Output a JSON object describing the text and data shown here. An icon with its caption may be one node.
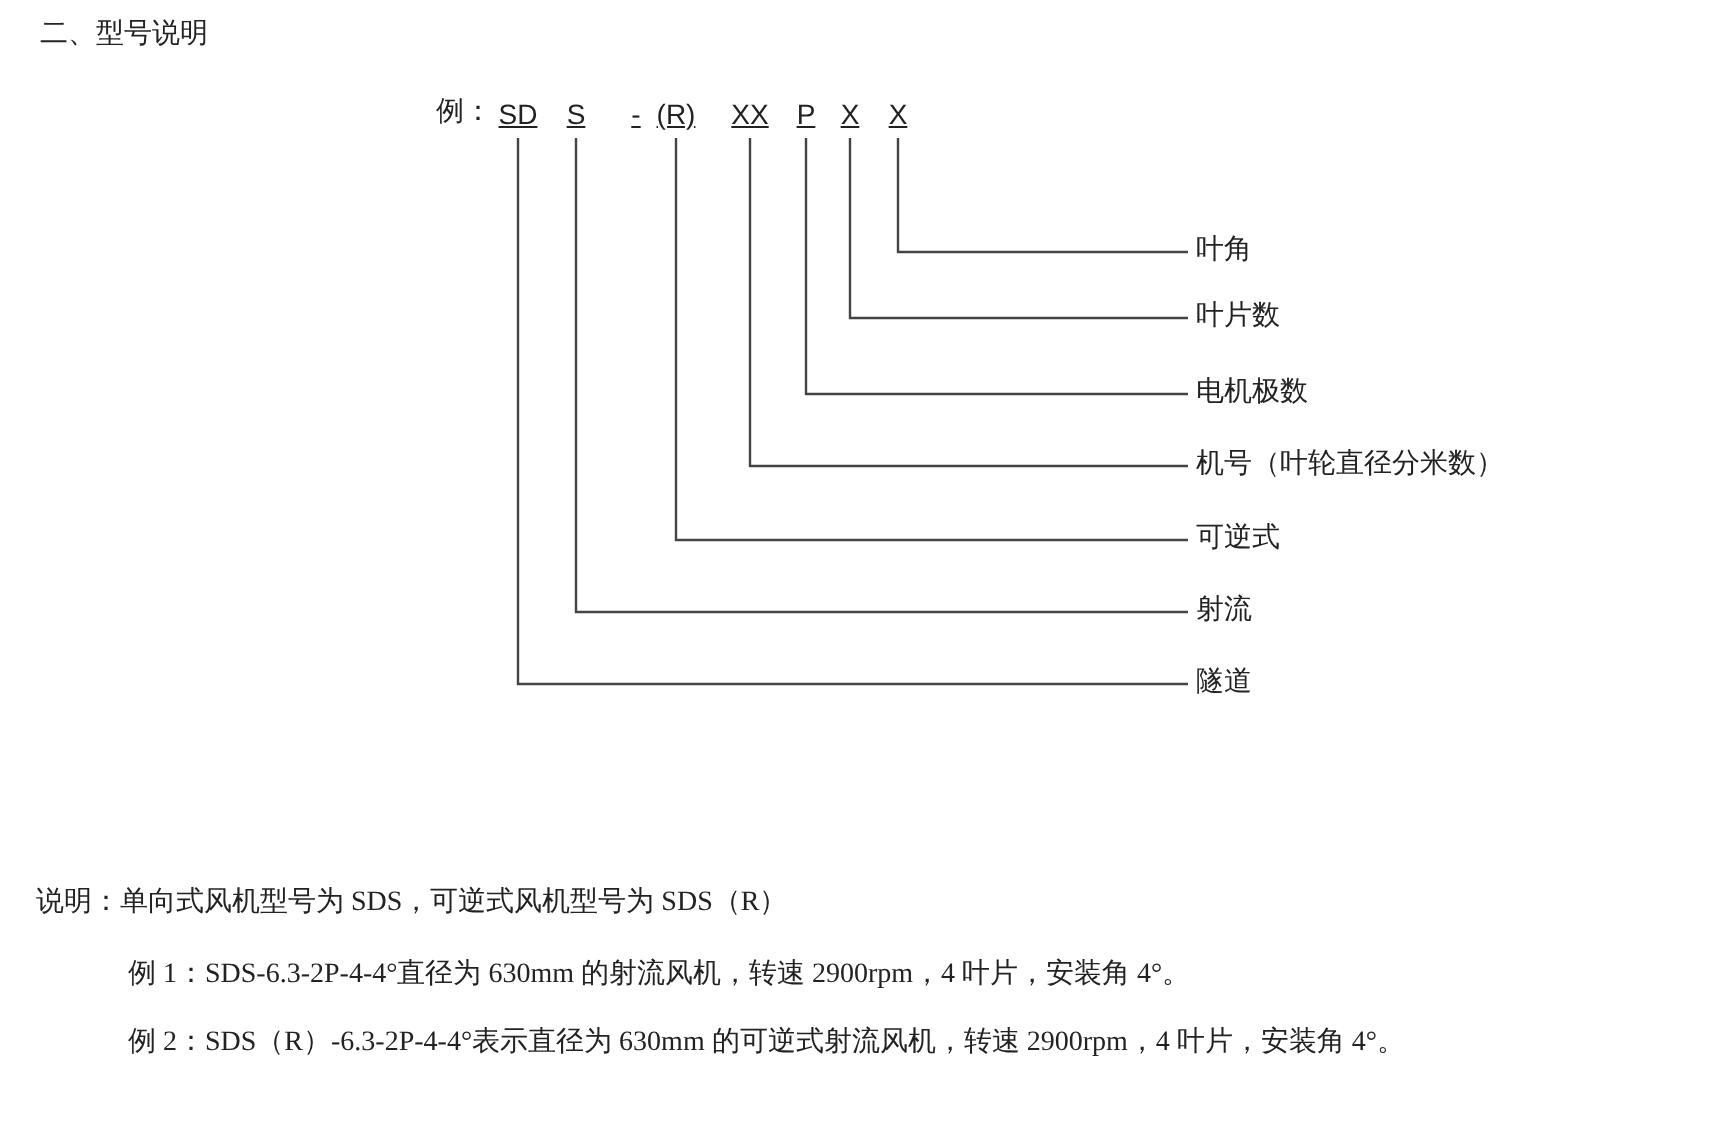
{
  "diagram": {
    "title": "二、型号说明",
    "nodes": [
      {
        "text": [
          "SD"
        ]
      },
      {
        "text": [
          "S"
        ]
      },
      {
        "text": [
          "(R)"
        ]
      },
      {
        "text": [
          "XX"
        ]
      },
      {
        "text": [
          "P"
        ]
      },
      {
        "text": [
          "X"
        ]
      },
      {
        "text": [
          "X"
        ]
      },
      {
        "text": [
          "叶角"
        ]
      },
      {
        "text": [
          "叶片数"
        ]
      },
      {
        "text": [
          "电机极数"
        ]
      },
      {
        "text": [
          "机号（叶轮直径分米数）"
        ]
      },
      {
        "text": [
          "可逆式"
        ]
      },
      {
        "text": [
          "射流"
        ]
      },
      {
        "text": [
          "隧道"
        ]
      }
    ],
    "edges": [
      {
        "from": 6,
        "to": 7,
        "arrow": "none"
      },
      {
        "from": 5,
        "to": 8,
        "arrow": "none"
      },
      {
        "from": 4,
        "to": 9,
        "arrow": "none"
      },
      {
        "from": 3,
        "to": 10,
        "arrow": "none"
      },
      {
        "from": 2,
        "to": 11,
        "arrow": "none"
      },
      {
        "from": 1,
        "to": 12,
        "arrow": "none"
      },
      {
        "from": 0,
        "to": 13,
        "arrow": "none"
      }
    ],
    "labels": [
      "例：",
      "-",
      "说明：单向式风机型号为 SDS，可逆式风机型号为 SDS（R）",
      "例 1：SDS-6.3-2P-4-4°直径为 630mm 的射流风机，转速 2900rpm，4 叶片，安装角 4°。",
      "例 2：SDS（R）-6.3-2P-4-4°表示直径为 630mm 的可逆式射流风机，转速 2900rpm，4 叶片，安装角 4°。"
    ]
  }
}
